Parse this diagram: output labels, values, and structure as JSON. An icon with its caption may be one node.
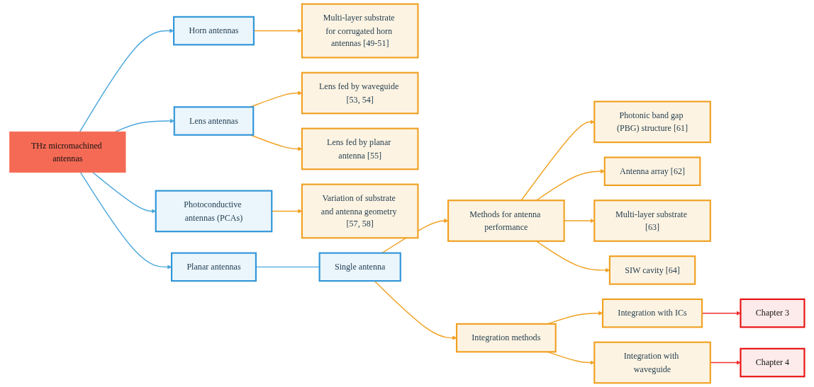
{
  "diagram": {
    "nodes": [
      {
        "text": [
          "THz micromachined antennas"
        ]
      },
      {
        "text": [
          "Horn antennas"
        ]
      },
      {
        "text": [
          "Lens antennas"
        ]
      },
      {
        "text": [
          "Photoconductive antennas (PCAs)"
        ]
      },
      {
        "text": [
          "Planar antennas"
        ]
      },
      {
        "text": [
          "Multi-layer substrate for corrugated horn antennas [49-51]"
        ]
      },
      {
        "text": [
          "Lens fed by waveguide [53, 54]"
        ]
      },
      {
        "text": [
          "Lens fed by planar antenna [55]"
        ]
      },
      {
        "text": [
          "Variation of substrate and antenna geometry [57, 58]"
        ]
      },
      {
        "text": [
          "Single antenna"
        ]
      },
      {
        "text": [
          "Methods for antenna performance"
        ]
      },
      {
        "text": [
          "Integration methods"
        ]
      },
      {
        "text": [
          "Photonic band gap (PBG) structure [61]"
        ]
      },
      {
        "text": [
          "Antenna array [62]"
        ]
      },
      {
        "text": [
          "Multi-layer substrate [63]"
        ]
      },
      {
        "text": [
          "SIW cavity [64]"
        ]
      },
      {
        "text": [
          "Integration with ICs"
        ]
      },
      {
        "text": [
          "Integration with waveguide"
        ]
      },
      {
        "text": [
          "Chapter 3"
        ]
      },
      {
        "text": [
          "Chapter 4"
        ]
      }
    ],
    "edges": [
      {
        "from": 0,
        "to": 1,
        "arrow": "to",
        "color": "#4aa8dc"
      },
      {
        "from": 0,
        "to": 2,
        "arrow": "to",
        "color": "#4aa8dc"
      },
      {
        "from": 0,
        "to": 3,
        "arrow": "to",
        "color": "#4aa8dc"
      },
      {
        "from": 0,
        "to": 4,
        "arrow": "to",
        "color": "#4aa8dc"
      },
      {
        "from": 1,
        "to": 5,
        "arrow": "to"
      },
      {
        "from": 2,
        "to": 6,
        "arrow": "to"
      },
      {
        "from": 2,
        "to": 7,
        "arrow": "to"
      },
      {
        "from": 3,
        "to": 8,
        "arrow": "to"
      },
      {
        "from": 4,
        "to": 9,
        "arrow": "none",
        "color": "#4aa8dc"
      },
      {
        "from": 9,
        "to": 10,
        "arrow": "to"
      },
      {
        "from": 9,
        "to": 11,
        "arrow": "to"
      },
      {
        "from": 10,
        "to": 12,
        "arrow": "to"
      },
      {
        "from": 10,
        "to": 13,
        "arrow": "to"
      },
      {
        "from": 10,
        "to": 14,
        "arrow": "to"
      },
      {
        "from": 10,
        "to": 15,
        "arrow": "to"
      },
      {
        "from": 11,
        "to": 16,
        "arrow": "to"
      },
      {
        "from": 11,
        "to": 17,
        "arrow": "to"
      },
      {
        "from": 16,
        "to": 18,
        "arrow": "to",
        "color": "#f03030"
      },
      {
        "from": 17,
        "to": 19,
        "arrow": "to",
        "color": "#f03030"
      }
    ]
  }
}
